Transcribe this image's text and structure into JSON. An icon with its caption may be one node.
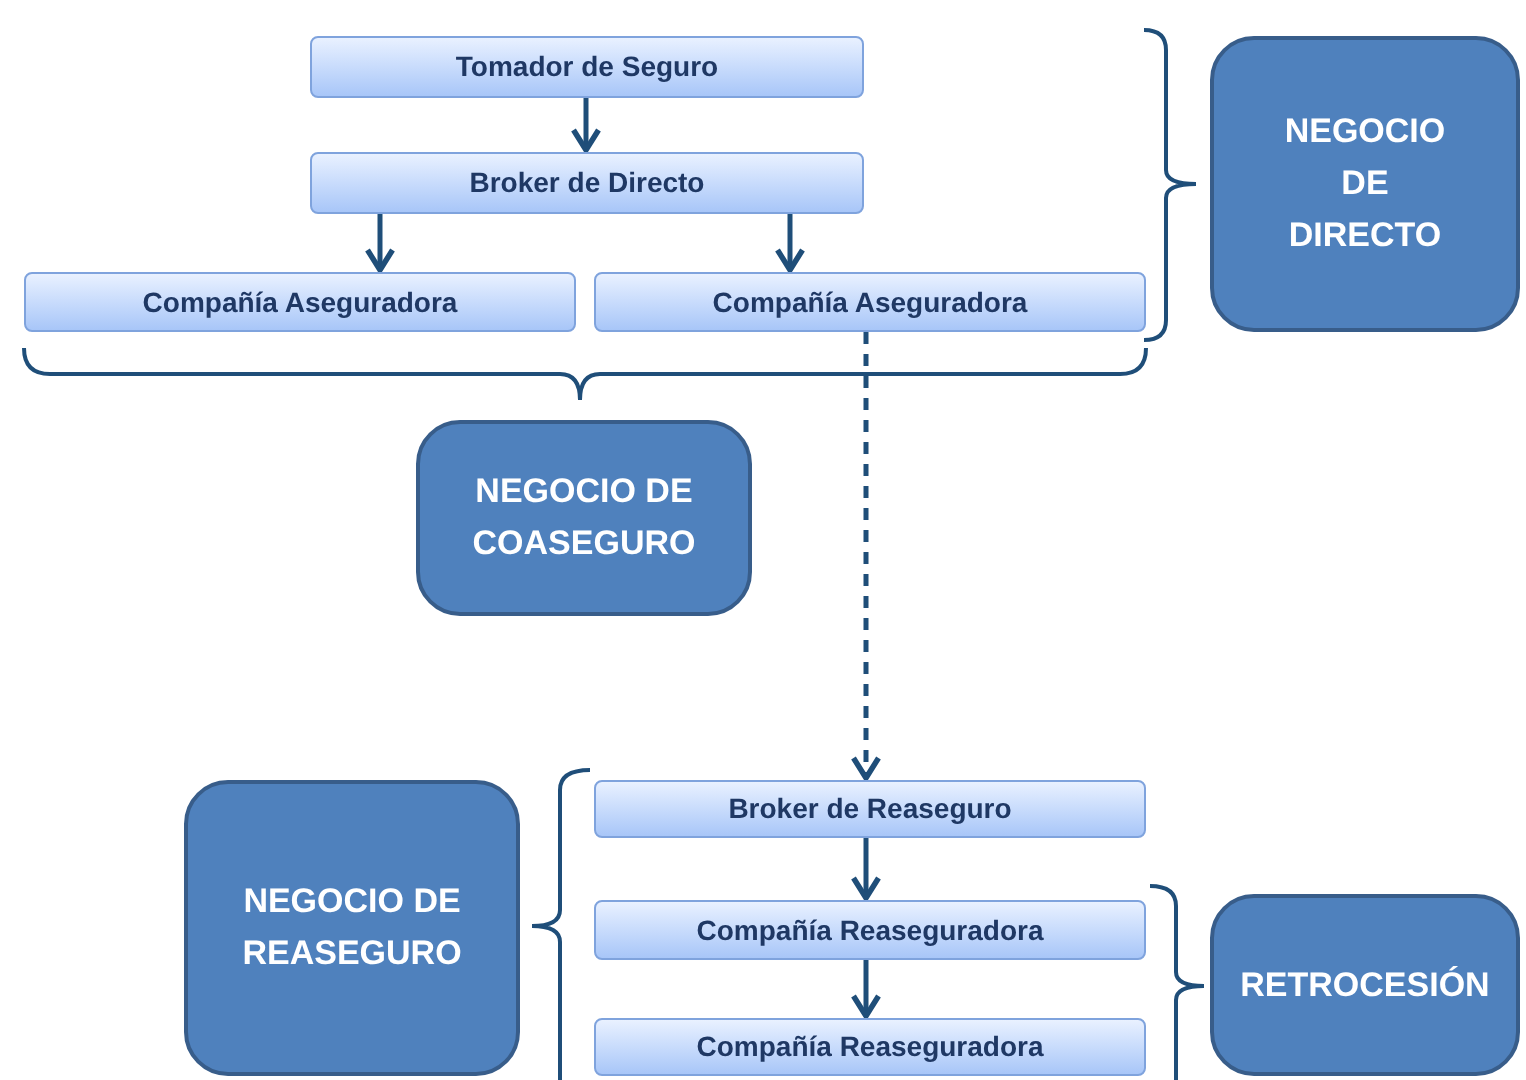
{
  "diagram": {
    "nodes": [
      {
        "text": [
          "Tomador de Seguro"
        ]
      },
      {
        "text": [
          "Broker de Directo"
        ]
      },
      {
        "text": [
          "Compañía Aseguradora"
        ]
      },
      {
        "text": [
          "Compañía Aseguradora"
        ]
      },
      {
        "text": [
          "NEGOCIO DE DIRECTO"
        ]
      },
      {
        "text": [
          "NEGOCIO DE COASEGURO"
        ]
      },
      {
        "text": [
          "NEGOCIO DE REASEGURO"
        ]
      },
      {
        "text": [
          "Broker de Reaseguro"
        ]
      },
      {
        "text": [
          "Compañía Reaseguradora"
        ]
      },
      {
        "text": [
          "Compañía Reaseguradora"
        ]
      },
      {
        "text": [
          "RETROCESIÓN"
        ]
      }
    ],
    "edges": [
      {
        "from": 0,
        "to": 1,
        "arrow": "to"
      },
      {
        "from": 1,
        "to": 2,
        "arrow": "to"
      },
      {
        "from": 1,
        "to": 3,
        "arrow": "to"
      },
      {
        "from": 3,
        "to": 7,
        "arrow": "to",
        "style": "dashed"
      },
      {
        "from": 7,
        "to": 8,
        "arrow": "to"
      },
      {
        "from": 8,
        "to": 9,
        "arrow": "to"
      }
    ]
  }
}
